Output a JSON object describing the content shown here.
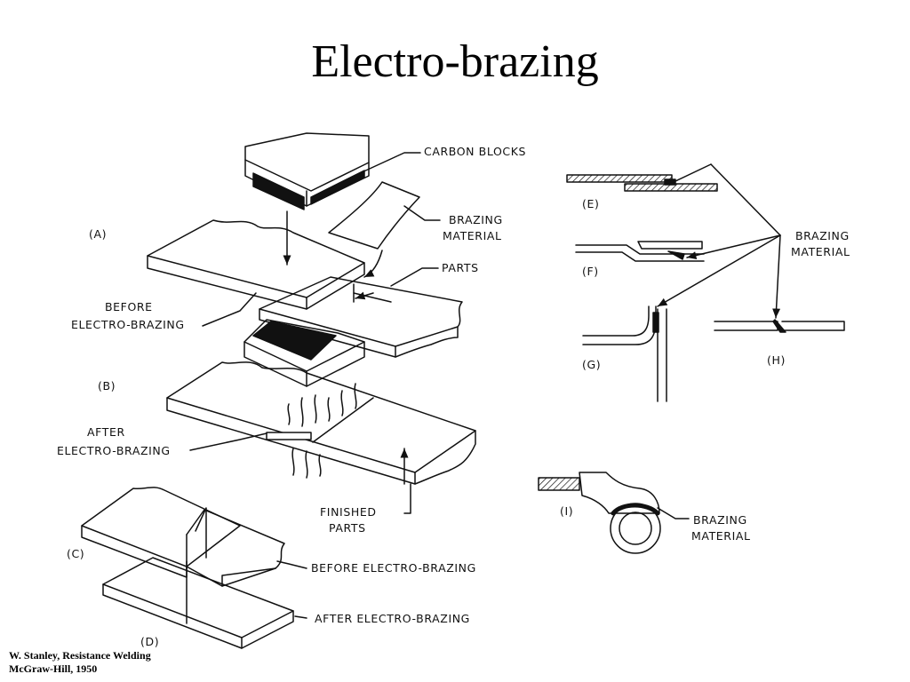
{
  "title": "Electro-brazing",
  "labels": {
    "carbon_blocks": "CARBON BLOCKS",
    "brazing_material_1": "BRAZING",
    "brazing_material_2": "MATERIAL",
    "parts": "PARTS",
    "before_1": "BEFORE",
    "before_2": "ELECTRO-BRAZING",
    "after_1": "AFTER",
    "after_2": "ELECTRO-BRAZING",
    "finished_1": "FINISHED",
    "finished_2": "PARTS",
    "before_c": "BEFORE ELECTRO-BRAZING",
    "after_d": "AFTER ELECTRO-BRAZING",
    "right_brazing_1": "BRAZING",
    "right_brazing_2": "MATERIAL",
    "i_brazing_1": "BRAZING",
    "i_brazing_2": "MATERIAL"
  },
  "figure_labels": {
    "a": "(A)",
    "b": "(B)",
    "c": "(C)",
    "d": "(D)",
    "e": "(E)",
    "f": "(F)",
    "g": "(G)",
    "h": "(H)",
    "i": "(I)"
  },
  "credit": {
    "line1": "W. Stanley, Resistance Welding",
    "line2": "McGraw-Hill, 1950"
  }
}
